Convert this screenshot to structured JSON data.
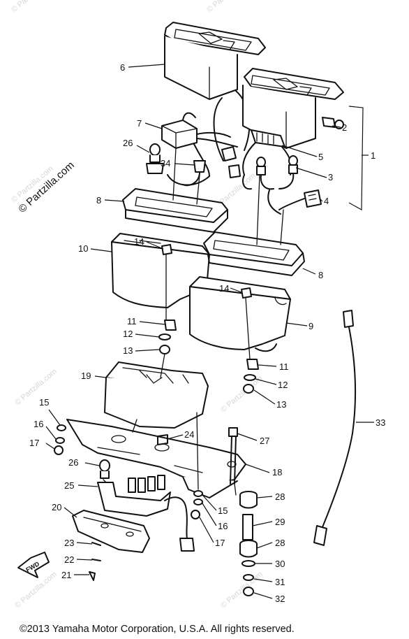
{
  "watermark": "© Partzilla.com",
  "copyright": "©2013  Yamaha Motor Corporation, U.S.A. All rights reserved.",
  "direction_arrow": "FWD",
  "callouts": [
    {
      "id": "6",
      "label": "6"
    },
    {
      "id": "2",
      "label": "2"
    },
    {
      "id": "1",
      "label": "1"
    },
    {
      "id": "7",
      "label": "7"
    },
    {
      "id": "26a",
      "label": "26"
    },
    {
      "id": "5",
      "label": "5"
    },
    {
      "id": "34",
      "label": "34"
    },
    {
      "id": "3",
      "label": "3"
    },
    {
      "id": "4",
      "label": "4"
    },
    {
      "id": "8a",
      "label": "8"
    },
    {
      "id": "10",
      "label": "10"
    },
    {
      "id": "14a",
      "label": "14"
    },
    {
      "id": "8b",
      "label": "8"
    },
    {
      "id": "14b",
      "label": "14"
    },
    {
      "id": "11a",
      "label": "11"
    },
    {
      "id": "9",
      "label": "9"
    },
    {
      "id": "12a",
      "label": "12"
    },
    {
      "id": "13a",
      "label": "13"
    },
    {
      "id": "11b",
      "label": "11"
    },
    {
      "id": "12b",
      "label": "12"
    },
    {
      "id": "19",
      "label": "19"
    },
    {
      "id": "13b",
      "label": "13"
    },
    {
      "id": "15a",
      "label": "15"
    },
    {
      "id": "16a",
      "label": "16"
    },
    {
      "id": "17a",
      "label": "17"
    },
    {
      "id": "24",
      "label": "24"
    },
    {
      "id": "33",
      "label": "33"
    },
    {
      "id": "27",
      "label": "27"
    },
    {
      "id": "26b",
      "label": "26"
    },
    {
      "id": "18",
      "label": "18"
    },
    {
      "id": "25",
      "label": "25"
    },
    {
      "id": "28a",
      "label": "28"
    },
    {
      "id": "15b",
      "label": "15"
    },
    {
      "id": "20",
      "label": "20"
    },
    {
      "id": "16b",
      "label": "16"
    },
    {
      "id": "29",
      "label": "29"
    },
    {
      "id": "17b",
      "label": "17"
    },
    {
      "id": "23",
      "label": "23"
    },
    {
      "id": "28b",
      "label": "28"
    },
    {
      "id": "22",
      "label": "22"
    },
    {
      "id": "30",
      "label": "30"
    },
    {
      "id": "21",
      "label": "21"
    },
    {
      "id": "31",
      "label": "31"
    },
    {
      "id": "32",
      "label": "32"
    }
  ]
}
